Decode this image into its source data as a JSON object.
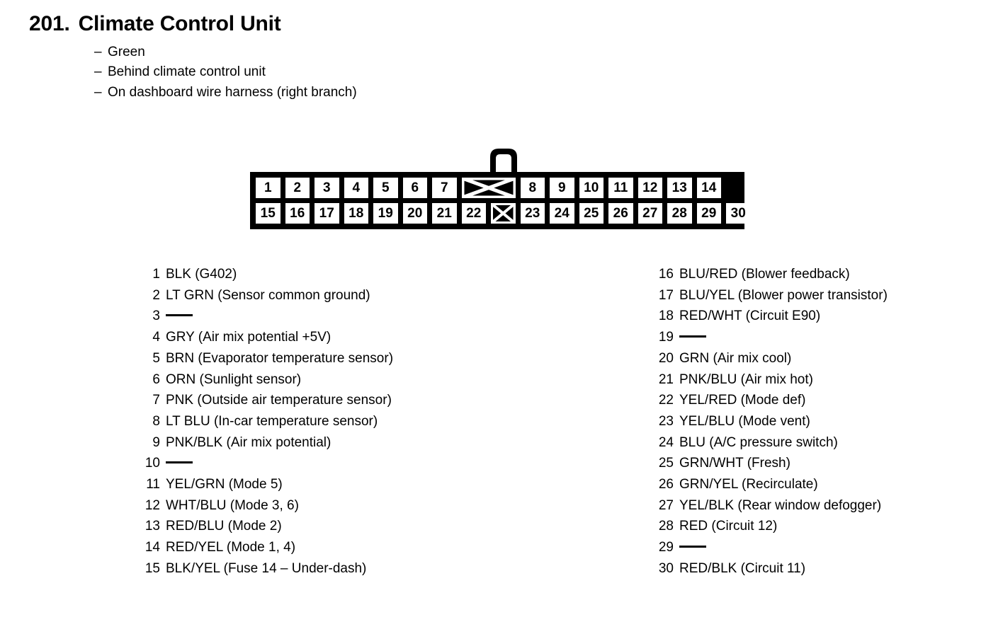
{
  "header": {
    "number": "201.",
    "title": "Climate Control Unit",
    "notes": [
      "Green",
      "Behind climate control unit",
      "On dashboard wire harness (right branch)"
    ],
    "note_dash": "–"
  },
  "connector": {
    "latch_icon": "connector-latch-tab",
    "blank_marker": "x-crossed-blank-cavity",
    "top_row": [
      {
        "label": "1",
        "type": "pin",
        "span": 1
      },
      {
        "label": "2",
        "type": "pin",
        "span": 1
      },
      {
        "label": "3",
        "type": "pin",
        "span": 1
      },
      {
        "label": "4",
        "type": "pin",
        "span": 1
      },
      {
        "label": "5",
        "type": "pin",
        "span": 1
      },
      {
        "label": "6",
        "type": "pin",
        "span": 1
      },
      {
        "label": "7",
        "type": "pin",
        "span": 1
      },
      {
        "label": "",
        "type": "blank",
        "span": 2
      },
      {
        "label": "8",
        "type": "pin",
        "span": 1
      },
      {
        "label": "9",
        "type": "pin",
        "span": 1
      },
      {
        "label": "10",
        "type": "pin",
        "span": 1
      },
      {
        "label": "11",
        "type": "pin",
        "span": 1
      },
      {
        "label": "12",
        "type": "pin",
        "span": 1
      },
      {
        "label": "13",
        "type": "pin",
        "span": 1
      },
      {
        "label": "14",
        "type": "pin",
        "span": 1
      }
    ],
    "bottom_row": [
      {
        "label": "15",
        "type": "pin",
        "span": 1
      },
      {
        "label": "16",
        "type": "pin",
        "span": 1
      },
      {
        "label": "17",
        "type": "pin",
        "span": 1
      },
      {
        "label": "18",
        "type": "pin",
        "span": 1
      },
      {
        "label": "19",
        "type": "pin",
        "span": 1
      },
      {
        "label": "20",
        "type": "pin",
        "span": 1
      },
      {
        "label": "21",
        "type": "pin",
        "span": 1
      },
      {
        "label": "22",
        "type": "pin",
        "span": 1
      },
      {
        "label": "",
        "type": "blank",
        "span": 1
      },
      {
        "label": "23",
        "type": "pin",
        "span": 1
      },
      {
        "label": "24",
        "type": "pin",
        "span": 1
      },
      {
        "label": "25",
        "type": "pin",
        "span": 1
      },
      {
        "label": "26",
        "type": "pin",
        "span": 1
      },
      {
        "label": "27",
        "type": "pin",
        "span": 1
      },
      {
        "label": "28",
        "type": "pin",
        "span": 1
      },
      {
        "label": "29",
        "type": "pin",
        "span": 1
      },
      {
        "label": "30",
        "type": "pin",
        "span": 1
      }
    ]
  },
  "legend": {
    "left": [
      {
        "num": "1",
        "desc": "BLK (G402)"
      },
      {
        "num": "2",
        "desc": "LT GRN (Sensor common ground)"
      },
      {
        "num": "3",
        "desc": ""
      },
      {
        "num": "4",
        "desc": "GRY (Air mix potential +5V)"
      },
      {
        "num": "5",
        "desc": "BRN (Evaporator temperature sensor)"
      },
      {
        "num": "6",
        "desc": "ORN (Sunlight sensor)"
      },
      {
        "num": "7",
        "desc": "PNK (Outside air temperature sensor)"
      },
      {
        "num": "8",
        "desc": "LT BLU (In-car temperature sensor)"
      },
      {
        "num": "9",
        "desc": "PNK/BLK (Air mix potential)"
      },
      {
        "num": "10",
        "desc": ""
      },
      {
        "num": "11",
        "desc": "YEL/GRN (Mode 5)"
      },
      {
        "num": "12",
        "desc": "WHT/BLU (Mode 3, 6)"
      },
      {
        "num": "13",
        "desc": "RED/BLU (Mode 2)"
      },
      {
        "num": "14",
        "desc": "RED/YEL (Mode 1, 4)"
      },
      {
        "num": "15",
        "desc": "BLK/YEL (Fuse 14 – Under-dash)"
      }
    ],
    "right": [
      {
        "num": "16",
        "desc": "BLU/RED (Blower feedback)"
      },
      {
        "num": "17",
        "desc": "BLU/YEL (Blower power transistor)"
      },
      {
        "num": "18",
        "desc": "RED/WHT (Circuit E90)"
      },
      {
        "num": "19",
        "desc": ""
      },
      {
        "num": "20",
        "desc": "GRN (Air mix cool)"
      },
      {
        "num": "21",
        "desc": "PNK/BLU (Air mix hot)"
      },
      {
        "num": "22",
        "desc": "YEL/RED (Mode def)"
      },
      {
        "num": "23",
        "desc": "YEL/BLU (Mode vent)"
      },
      {
        "num": "24",
        "desc": "BLU (A/C pressure switch)"
      },
      {
        "num": "25",
        "desc": "GRN/WHT (Fresh)"
      },
      {
        "num": "26",
        "desc": "GRN/YEL (Recirculate)"
      },
      {
        "num": "27",
        "desc": "YEL/BLK (Rear window defogger)"
      },
      {
        "num": "28",
        "desc": "RED (Circuit 12)"
      },
      {
        "num": "29",
        "desc": ""
      },
      {
        "num": "30",
        "desc": "RED/BLK (Circuit 11)"
      }
    ]
  },
  "colors": {
    "ink": "#000000",
    "paper": "#ffffff"
  }
}
